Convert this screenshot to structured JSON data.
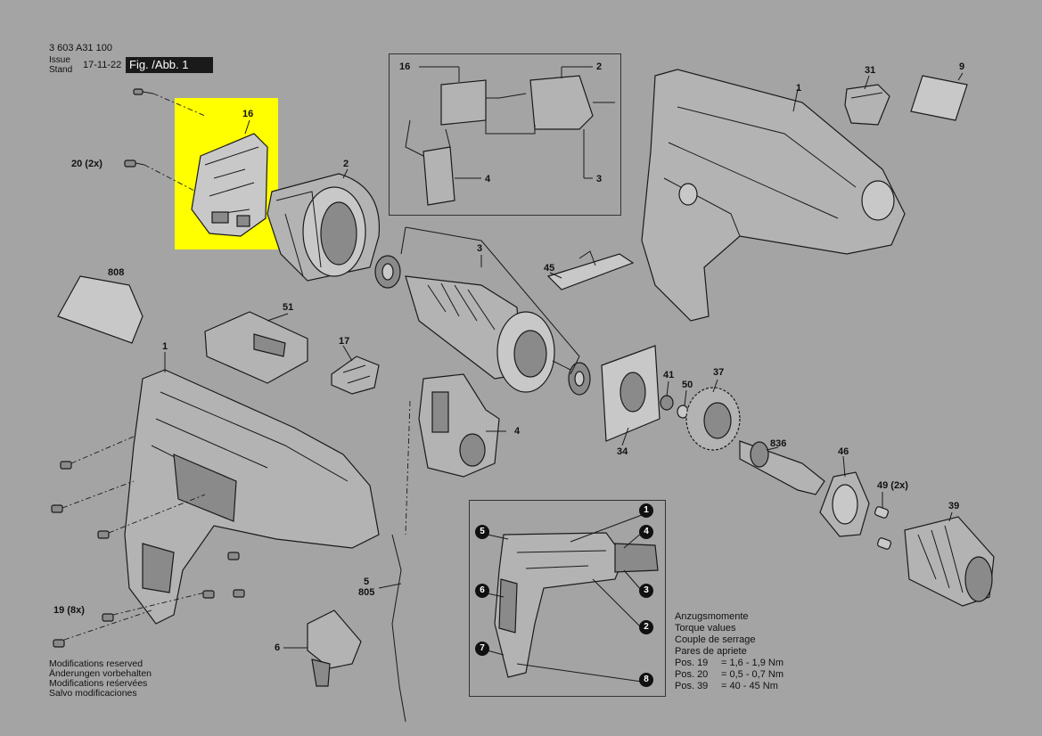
{
  "header": {
    "doc_number": "3 603 A31 100",
    "issue_label": "Issue",
    "stand_label": "Stand",
    "issue_date": "17-11-22",
    "figure": "Fig. /Abb. 1"
  },
  "labels": {
    "l16": "16",
    "l20": "20 (2x)",
    "l2": "2",
    "l808": "808",
    "l51": "51",
    "l17": "17",
    "l1a": "1",
    "l1b": "1",
    "l31": "31",
    "l9": "9",
    "l3": "3",
    "l45": "45",
    "l4": "4",
    "l34": "34",
    "l41": "41",
    "l50": "50",
    "l37": "37",
    "l836": "836",
    "l46": "46",
    "l49": "49 (2x)",
    "l39": "39",
    "l5": "5",
    "l805": "805",
    "l6": "6",
    "l19": "19 (8x)",
    "inset_16": "16",
    "inset_2": "2",
    "inset_3": "3",
    "inset_4": "4"
  },
  "callouts": [
    "1",
    "2",
    "3",
    "4",
    "5",
    "6",
    "7",
    "8"
  ],
  "modifications": [
    "Modifications reserved",
    "Änderungen vorbehalten",
    "Modifications reśervées",
    "Salvo modificaciones"
  ],
  "torque": {
    "headings": [
      "Anzugsmomente",
      "Torque values",
      "Couple de serrage",
      "Pares de apriete"
    ],
    "rows": [
      {
        "pos": "Pos. 19",
        "value": "= 1,6 - 1,9 Nm"
      },
      {
        "pos": "Pos. 20",
        "value": "= 0,5 - 0,7 Nm"
      },
      {
        "pos": "Pos. 39",
        "value": "= 40 - 45 Nm"
      }
    ]
  },
  "colors": {
    "background": "#a4a4a4",
    "highlight": "#ffff00",
    "fig_box": "#1a1a1a"
  }
}
